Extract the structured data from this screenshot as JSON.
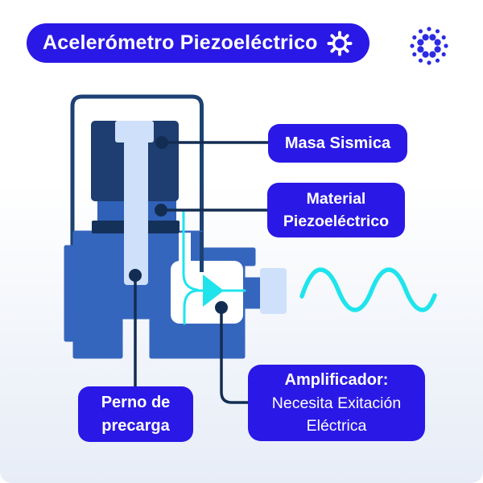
{
  "header": {
    "title": "Acelerómetro Piezoeléctrico",
    "icon": "gear-icon"
  },
  "callouts": {
    "seismic_mass": "Masa Sismica",
    "piezo_material": "Material Piezoeléctrico",
    "preload_bolt": "Perno de precarga",
    "amplifier_title": "Amplificador:",
    "amplifier_body": "Necesita Exitación Eléctrica"
  },
  "colors": {
    "accent_blue": "#2a18e6",
    "dot_pattern_blue": "#2b2be4",
    "seismic_mass_navy": "#1e3d70",
    "plate_navy": "#14315a",
    "outline_navy": "#1d4173",
    "callout_navy": "#132d52",
    "body_blue": "#3566bd",
    "piezo_blue": "#3061b8",
    "bolt_light_blue": "#cfe0fb",
    "signal_cyan": "#1fe4ec",
    "background_bottom": "#e7edf7",
    "label_text": "#ffffff"
  }
}
